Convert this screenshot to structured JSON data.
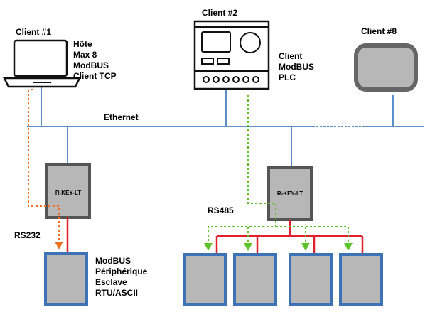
{
  "clients": {
    "client1": "Client #1",
    "client2": "Client #2",
    "client8": "Client #8"
  },
  "client1_info": [
    "Hôte",
    "Max 8",
    "ModBUS",
    "Client TCP"
  ],
  "client2_info": [
    "Client",
    "ModBUS",
    "PLC"
  ],
  "network": {
    "ethernet": "Ethernet",
    "rs232": "RS232",
    "rs485": "RS485"
  },
  "gateways": {
    "left": "R-KEY-LT",
    "right": "R-KEY-LT"
  },
  "slave_info": [
    "ModBUS",
    "Périphérique",
    "Esclave",
    "RTU/ASCII"
  ],
  "colors": {
    "ethernet_line": "#5b8fc7",
    "serial_line": "#e0202c",
    "rs232_dotted": "#f07020",
    "rs485_dotted": "#5cc228",
    "device_fill": "#b7b7b7",
    "device_border_blue": "#3e72b6",
    "gateway_border": "#555555"
  }
}
